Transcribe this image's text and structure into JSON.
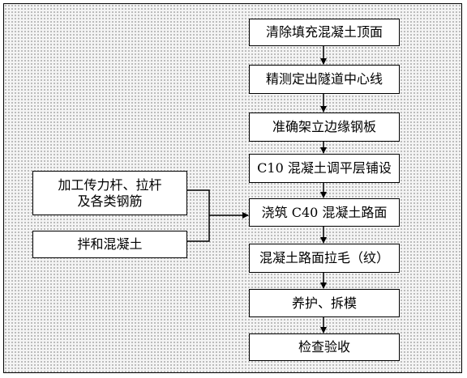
{
  "main_steps": [
    "清除填充混凝土顶面",
    "精测定出隧道中心线",
    "准确架立边缘钢板",
    "C10 混凝土调平层铺设",
    "浇筑 C40 混凝土路面",
    "混凝土路面拉毛（纹）",
    "养护、拆模",
    "检查验收"
  ],
  "side_inputs": [
    {
      "lines": [
        "加工传力杆、拉杆",
        "及各类钢筋"
      ]
    },
    {
      "lines": [
        "拌和混凝土"
      ]
    }
  ]
}
